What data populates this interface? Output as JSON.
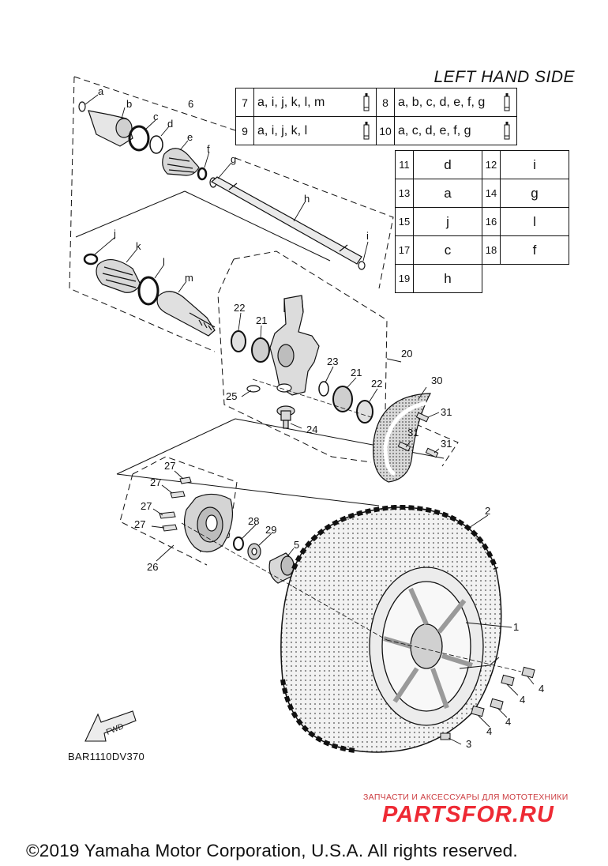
{
  "header": {
    "side_title": "LEFT HAND SIDE"
  },
  "reference_table_top": [
    {
      "num": "7",
      "letters": "a, i, j, k, l, m"
    },
    {
      "num": "8",
      "letters": "a, b, c, d, e, f, g"
    },
    {
      "num": "9",
      "letters": "a, i, j, k, l"
    },
    {
      "num": "10",
      "letters": "a, c, d, e, f, g"
    }
  ],
  "reference_table_bottom": [
    {
      "num": "11",
      "letter": "d"
    },
    {
      "num": "12",
      "letter": "i"
    },
    {
      "num": "13",
      "letter": "a"
    },
    {
      "num": "14",
      "letter": "g"
    },
    {
      "num": "15",
      "letter": "j"
    },
    {
      "num": "16",
      "letter": "l"
    },
    {
      "num": "17",
      "letter": "c"
    },
    {
      "num": "18",
      "letter": "f"
    },
    {
      "num": "19",
      "letter": "h"
    }
  ],
  "callouts": {
    "n1": "1",
    "n2": "2",
    "n3": "3",
    "n4": "4",
    "n5": "5",
    "n6": "6",
    "n20": "20",
    "n21": "21",
    "n22": "22",
    "n23": "23",
    "n24": "24",
    "n25": "25",
    "n26": "26",
    "n27": "27",
    "n28": "28",
    "n29": "29",
    "n30": "30",
    "n31": "31",
    "la": "a",
    "lb": "b",
    "lc": "c",
    "ld": "d",
    "le": "e",
    "lf": "f",
    "lg": "g",
    "lh": "h",
    "li": "i",
    "lj": "j",
    "lk": "k",
    "ll": "l",
    "lm": "m"
  },
  "fwd_arrow_label": "FWD",
  "diagram_code": "BAR1110DV370",
  "watermark": {
    "line": "ЗАПЧАСТИ И АКСЕССУАРЫ ДЛЯ МОТОТЕХНИКИ",
    "logo": "PARTSFOR.RU",
    "color": "#ee2a34"
  },
  "copyright": "©2019 Yamaha Motor Corporation, U.S.A. All rights reserved."
}
